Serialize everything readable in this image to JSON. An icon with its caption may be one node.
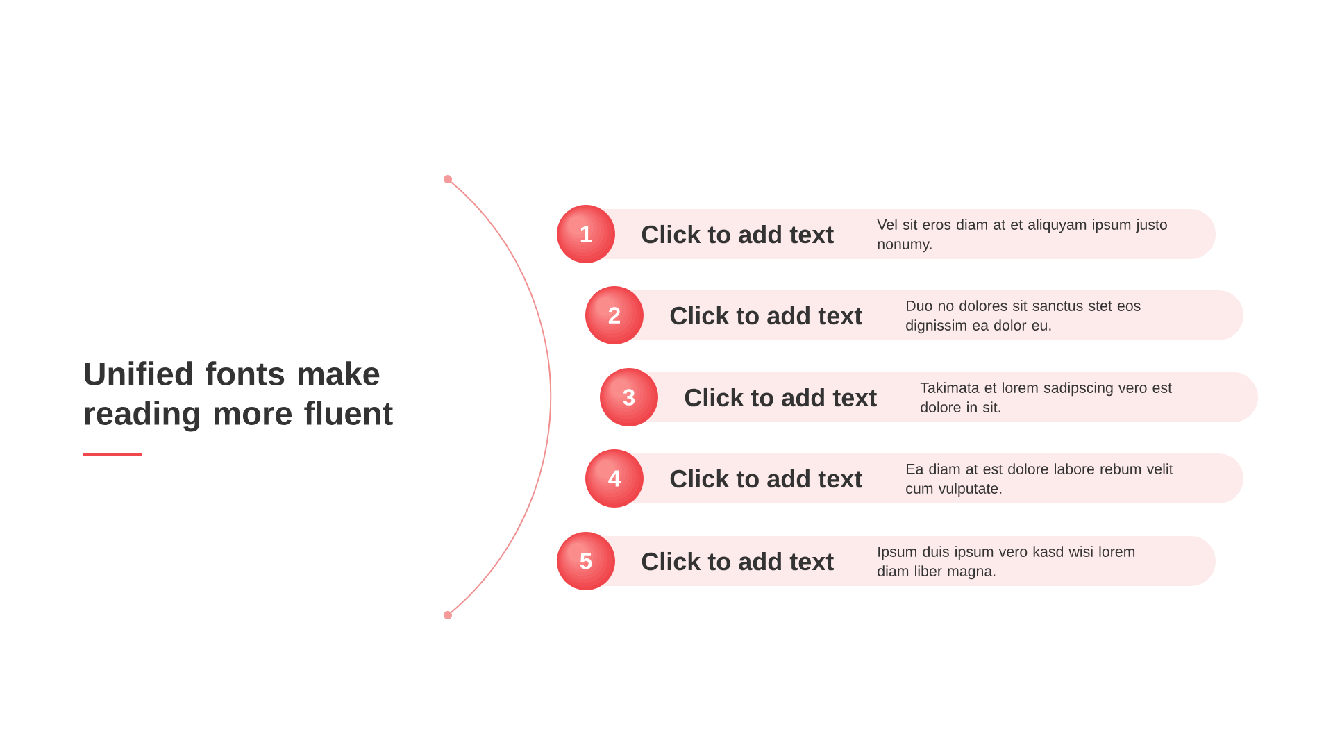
{
  "diagram": {
    "title": "Unified fonts make reading more fluent",
    "nodes": [
      {
        "text": [
          "1"
        ]
      },
      {
        "text": [
          "Click to add text",
          "Vel sit eros diam at et aliquyam ipsum justo nonumy."
        ]
      },
      {
        "text": [
          "2"
        ]
      },
      {
        "text": [
          "Click to add text",
          "Duo no dolores sit sanctus stet eos dignissim ea dolor eu."
        ]
      },
      {
        "text": [
          "3"
        ]
      },
      {
        "text": [
          "Click to add text",
          "Takimata et lorem sadipscing vero est dolore in sit."
        ]
      },
      {
        "text": [
          "4"
        ]
      },
      {
        "text": [
          "Click to add text",
          "Ea diam at est dolore labore rebum velit cum vulputate."
        ]
      },
      {
        "text": [
          "5"
        ]
      },
      {
        "text": [
          "Click to add text",
          "Ipsum duis ipsum vero kasd wisi lorem diam liber magna."
        ]
      }
    ]
  }
}
